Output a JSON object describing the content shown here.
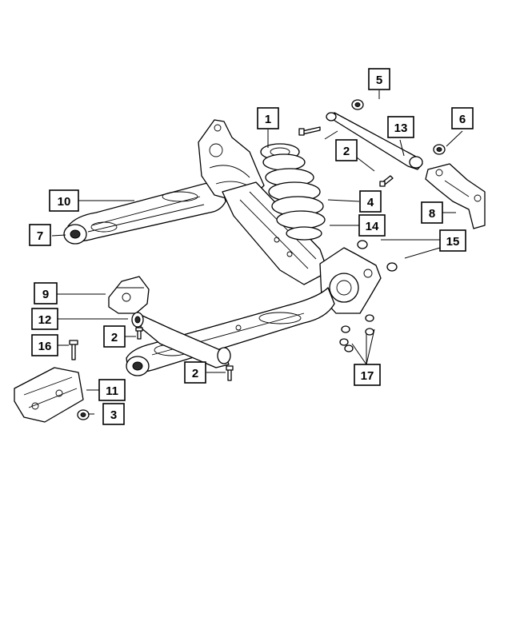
{
  "callouts": [
    {
      "id": "c1",
      "label": "1"
    },
    {
      "id": "c2a",
      "label": "2"
    },
    {
      "id": "c2b",
      "label": "2"
    },
    {
      "id": "c2c",
      "label": "2"
    },
    {
      "id": "c3",
      "label": "3"
    },
    {
      "id": "c4",
      "label": "4"
    },
    {
      "id": "c5",
      "label": "5"
    },
    {
      "id": "c6",
      "label": "6"
    },
    {
      "id": "c7",
      "label": "7"
    },
    {
      "id": "c8",
      "label": "8"
    },
    {
      "id": "c9",
      "label": "9"
    },
    {
      "id": "c10",
      "label": "10"
    },
    {
      "id": "c11",
      "label": "11"
    },
    {
      "id": "c12",
      "label": "12"
    },
    {
      "id": "c13",
      "label": "13"
    },
    {
      "id": "c14",
      "label": "14"
    },
    {
      "id": "c15",
      "label": "15"
    },
    {
      "id": "c16",
      "label": "16"
    },
    {
      "id": "c17",
      "label": "17"
    }
  ]
}
